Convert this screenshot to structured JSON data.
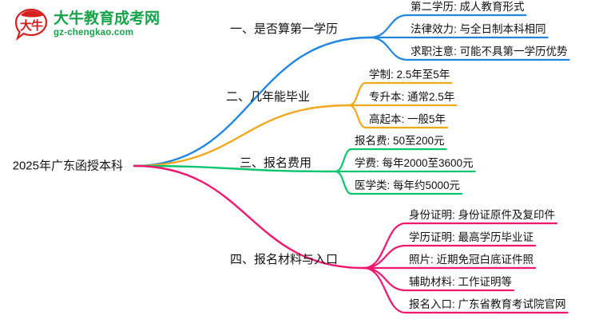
{
  "logo": {
    "mark_text": "大牛",
    "title": "大牛教育成考网",
    "domain": "gz-chengkao.com",
    "brand_green": "#16a34a",
    "brand_red": "#d62020"
  },
  "mindmap": {
    "root": {
      "label": "2025年广东函授本科"
    },
    "branches": [
      {
        "label": "一、是否算第一学历",
        "color": "#2086e0",
        "children": [
          {
            "label": "第二学历: 成人教育形式"
          },
          {
            "label": "法律效力: 与全日制本科相同"
          },
          {
            "label": "求职注意: 可能不具第一学历优势"
          }
        ]
      },
      {
        "label": "二、几年能毕业",
        "color": "#f0a81e",
        "children": [
          {
            "label": "学制: 2.5年至5年"
          },
          {
            "label": "专升本: 通常2.5年"
          },
          {
            "label": "高起本: 一般5年"
          }
        ]
      },
      {
        "label": "三、报名费用",
        "color": "#0ec46e",
        "children": [
          {
            "label": "报名费: 50至200元"
          },
          {
            "label": "学费: 每年2000至3600元"
          },
          {
            "label": "医学类: 每年约5000元"
          }
        ]
      },
      {
        "label": "四、报名材料与入口",
        "color": "#f0186e",
        "children": [
          {
            "label": "身份证明: 身份证原件及复印件"
          },
          {
            "label": "学历证明: 最高学历毕业证"
          },
          {
            "label": "照片: 近期免冠白底证件照"
          },
          {
            "label": "辅助材料: 工作证明等"
          },
          {
            "label": "报名入口: 广东省教育考试院官网"
          }
        ]
      }
    ]
  }
}
